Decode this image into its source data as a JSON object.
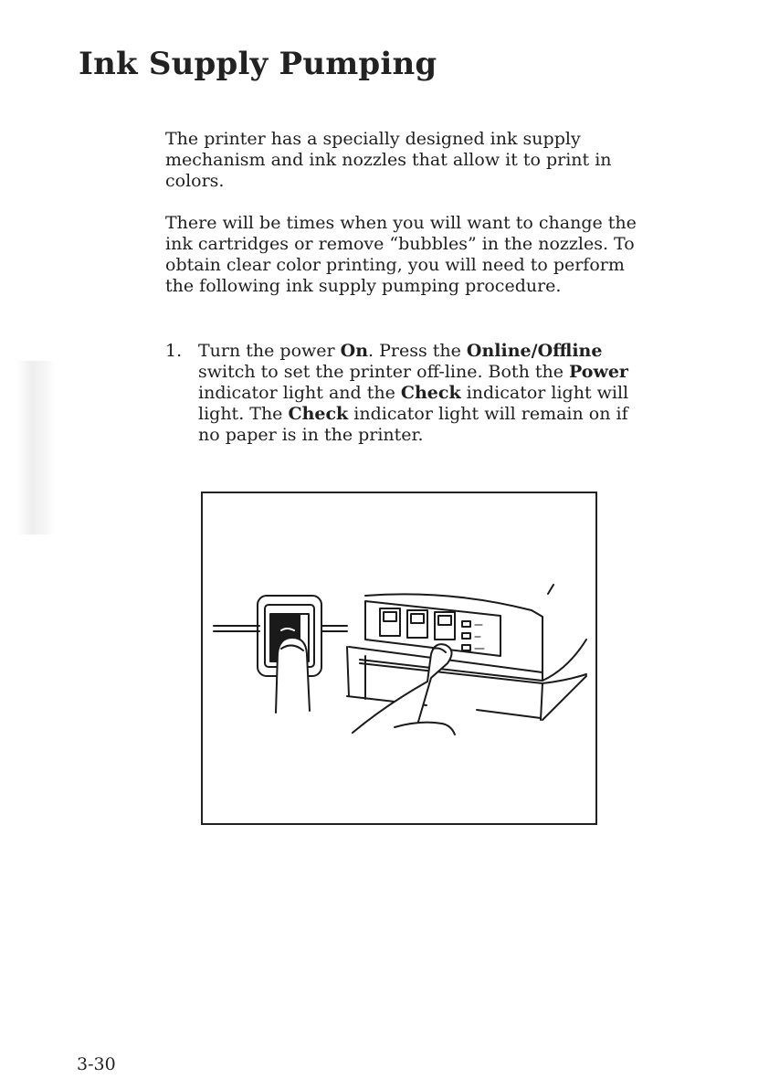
{
  "page": {
    "title": "Ink Supply Pumping",
    "page_number": "3-30"
  },
  "paragraphs": [
    "The printer has a specially designed ink supply mechanism and ink nozzles that allow it to print in colors.",
    "There will be times when you will want to change the ink cartridges or remove “bubbles” in the nozzles. To obtain clear color printing, you will need to perform the following ink supply pumping procedure."
  ],
  "steps": [
    {
      "number": "1.",
      "t1": "Turn the power ",
      "b1": "On",
      "t2": ". Press the ",
      "b2": "Online/Offline",
      "t3": " switch to set the printer off-line. Both the ",
      "b3": "Power",
      "t4": " indicator light and the ",
      "b4": "Check",
      "t5": " indicator light will light. The ",
      "b5": "Check",
      "t6": " indicator light will remain on if no paper is in the printer."
    }
  ],
  "figure": {
    "description_icon": "printer-control-panel-illustration"
  }
}
